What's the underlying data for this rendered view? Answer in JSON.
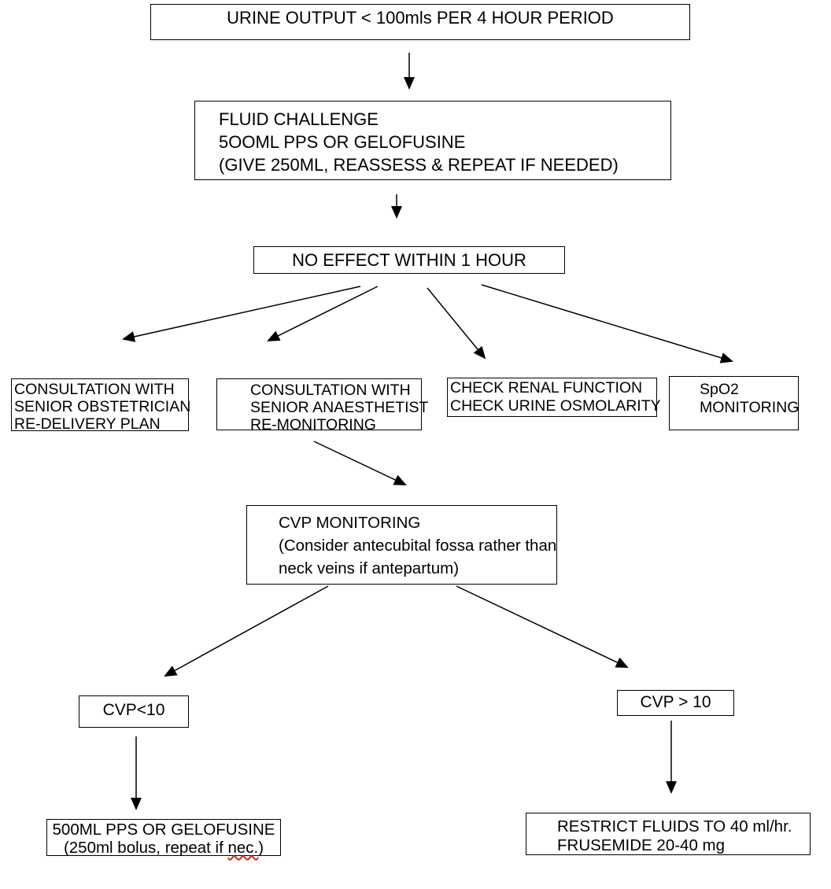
{
  "nodes": {
    "urine_output": {
      "lines": [
        "URINE OUTPUT < 100mls PER 4 HOUR PERIOD"
      ]
    },
    "fluid_challenge": {
      "lines": [
        "FLUID CHALLENGE",
        "5OOML PPS OR GELOFUSINE",
        "(GIVE 250ML, REASSESS & REPEAT IF NEEDED)"
      ]
    },
    "no_effect": {
      "lines": [
        "NO EFFECT WITHIN 1 HOUR"
      ]
    },
    "consult_obstetrician": {
      "lines": [
        "CONSULTATION WITH",
        "SENIOR OBSTETRICIAN",
        "RE-DELIVERY PLAN"
      ]
    },
    "consult_anaesthetist": {
      "lines": [
        "CONSULTATION WITH",
        "SENIOR ANAESTHETIST",
        "RE-MONITORING"
      ]
    },
    "check_renal": {
      "lines": [
        "CHECK RENAL FUNCTION",
        "CHECK URINE OSMOLARITY"
      ]
    },
    "spo2_monitoring": {
      "lines": [
        "SpO2",
        "MONITORING"
      ]
    },
    "cvp_monitoring": {
      "lines": [
        "CVP MONITORING",
        "(Consider antecubital fossa rather than",
        "neck veins if antepartum)"
      ]
    },
    "cvp_low": {
      "lines": [
        "CVP<10"
      ]
    },
    "cvp_high": {
      "lines": [
        "CVP > 10"
      ]
    },
    "fluids_500": {
      "line1": "500ML PPS OR GELOFUSINE",
      "line2_prefix": "(250ml bolus, repeat if ",
      "line2_misspelled": "nec.",
      "line2_suffix": ")"
    },
    "restrict_fluids": {
      "lines": [
        "RESTRICT FLUIDS TO 40 ml/hr.",
        "FRUSEMIDE 20-40 mg"
      ]
    }
  },
  "colors": {
    "box_border": "#000000",
    "text": "#000000",
    "arrow": "#000000",
    "background": "#ffffff",
    "spellcheck_underline": "#d42a1e"
  }
}
